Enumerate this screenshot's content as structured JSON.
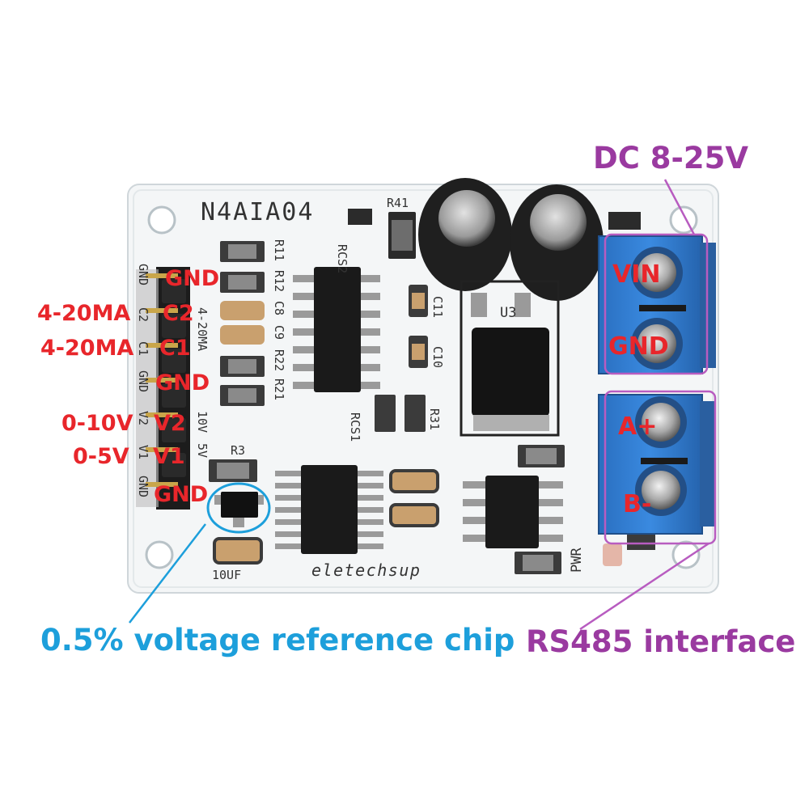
{
  "board": {
    "model": "N4AIA04",
    "brand": "eletechsup",
    "designators": [
      "R41",
      "RCS2",
      "R11",
      "R12",
      "C8",
      "C9",
      "R22",
      "R21",
      "C11",
      "C10",
      "U3",
      "RCS1",
      "R31",
      "R3",
      "10UF",
      "PWR"
    ],
    "jumper_labels": [
      "4-20MA",
      "10V",
      "5V"
    ],
    "header_silkscreen": [
      "GND",
      "C2",
      "C1",
      "GND",
      "V2",
      "V1",
      "GND"
    ]
  },
  "pin_labels": [
    {
      "prefix": "",
      "pin": "GND"
    },
    {
      "prefix": "4-20MA",
      "pin": "C2"
    },
    {
      "prefix": "4-20MA",
      "pin": "C1"
    },
    {
      "prefix": "",
      "pin": "GND"
    },
    {
      "prefix": "0-10V",
      "pin": "V2"
    },
    {
      "prefix": "0-5V",
      "pin": "V1"
    },
    {
      "prefix": "",
      "pin": "GND"
    }
  ],
  "terminals": [
    "VIN",
    "GND",
    "A+",
    "B-"
  ],
  "callouts": {
    "power": "DC 8-25V",
    "rs485": "RS485 interface",
    "reference": "0.5% voltage reference chip"
  },
  "colors": {
    "pcb": "#f4f6f7",
    "terminal_block": "#2f7fd0",
    "label_red": "#e8262b",
    "label_purple": "#9a3aa0",
    "label_blue": "#1d9fdb"
  }
}
